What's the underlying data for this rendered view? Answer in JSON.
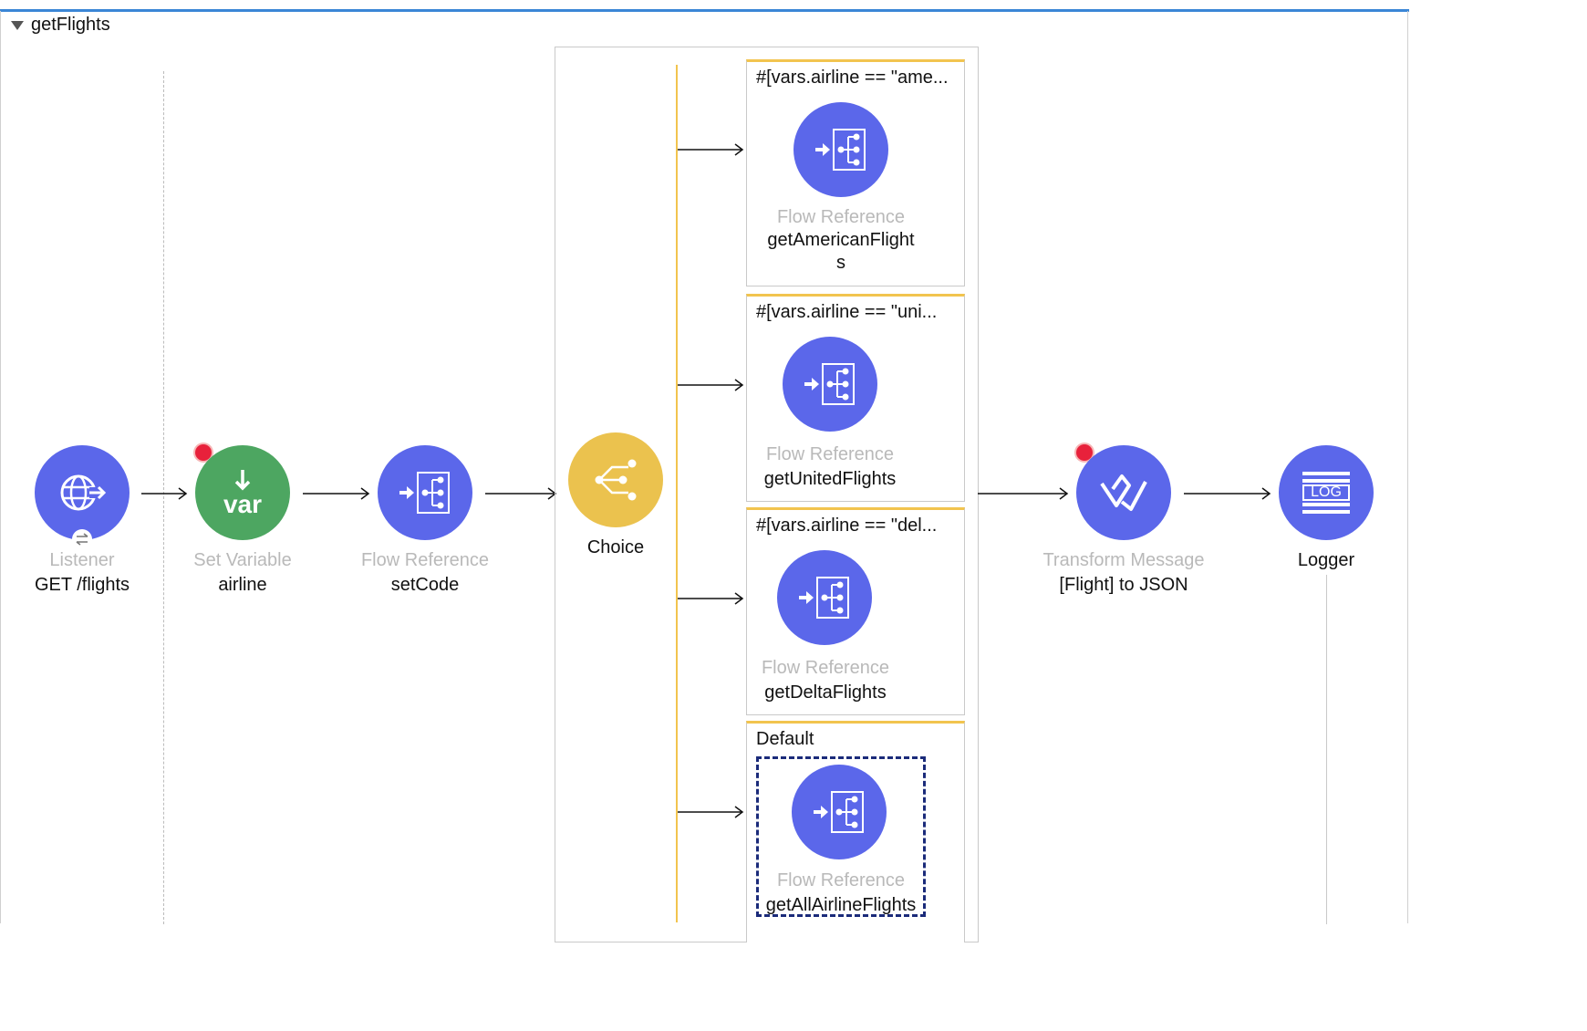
{
  "flow": {
    "name": "getFlights"
  },
  "nodes": {
    "listener": {
      "type": "Listener",
      "name": "GET /flights"
    },
    "set_variable": {
      "type": "Set Variable",
      "name": "airline",
      "icon_text": "var"
    },
    "flow_ref_setcode": {
      "type": "Flow Reference",
      "name": "setCode"
    },
    "choice": {
      "name": "Choice"
    },
    "transform": {
      "type": "Transform Message",
      "name": "[Flight] to JSON"
    },
    "logger": {
      "name": "Logger",
      "icon_text": "LOG"
    }
  },
  "routes": [
    {
      "condition": "#[vars.airline == \"ame...",
      "type": "Flow Reference",
      "name_line1": "getAmericanFlight",
      "name_line2": "s"
    },
    {
      "condition": "#[vars.airline == \"uni...",
      "type": "Flow Reference",
      "name": "getUnitedFlights"
    },
    {
      "condition": "#[vars.airline == \"del...",
      "type": "Flow Reference",
      "name": "getDeltaFlights"
    },
    {
      "condition": "Default",
      "type": "Flow Reference",
      "name": "getAllAirlineFlights"
    }
  ],
  "colors": {
    "connector_blue": "#5b67ea",
    "variable_green": "#4da661",
    "choice_yellow": "#ebc24e",
    "breakpoint_red": "#e8213b",
    "route_accent": "#f2c44e",
    "selection": "#1b2b7a"
  },
  "icons": {
    "listener": "globe-arrow-icon",
    "set_variable": "download-arrow-icon",
    "flow_reference": "flow-reference-icon",
    "choice": "branch-icon",
    "transform": "transform-check-icon",
    "logger": "log-icon",
    "breakpoint": "breakpoint-dot-icon",
    "collapse": "collapse-triangle-icon"
  }
}
